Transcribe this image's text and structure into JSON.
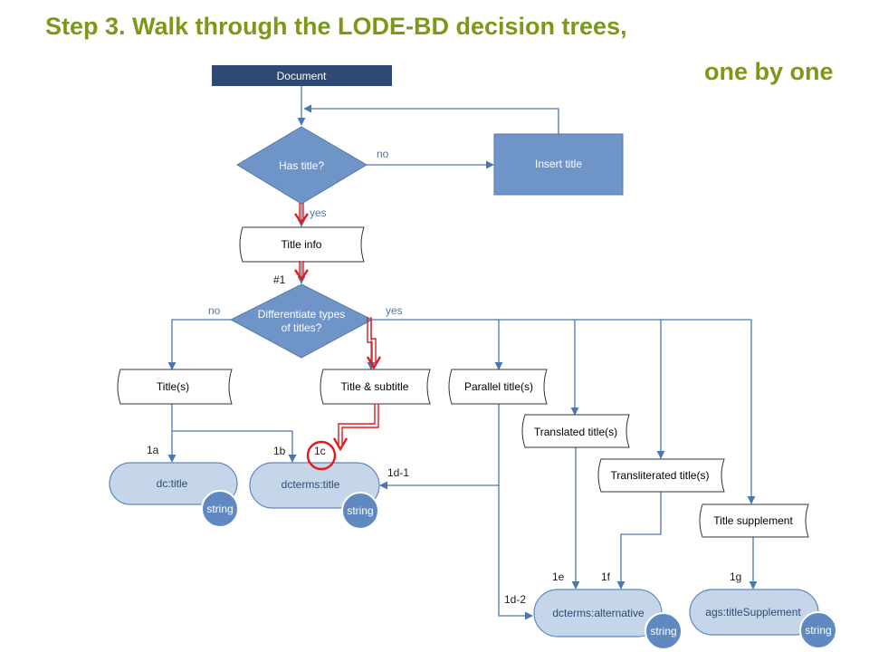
{
  "heading": {
    "line1": "Step 3. Walk through the LODE-BD decision trees,",
    "line2": "one by one"
  },
  "nodes": {
    "document": "Document",
    "has_title": "Has title?",
    "insert_title": "Insert title",
    "title_info": "Title info",
    "differentiate_line1": "Differentiate types",
    "differentiate_line2": "of titles?",
    "titles": "Title(s)",
    "title_subtitle": "Title & subtitle",
    "parallel_titles": "Parallel title(s)",
    "translated_titles": "Translated title(s)",
    "transliterated_titles": "Transliterated title(s)",
    "title_supplement": "Title supplement",
    "dc_title": "dc:title",
    "dcterms_title": "dcterms:title",
    "dcterms_alternative": "dcterms:alternative",
    "ags_title_supplement": "ags:titleSupplement"
  },
  "badges": {
    "string_1": "string",
    "string_2": "string",
    "string_3": "string",
    "string_4": "string"
  },
  "labels": {
    "no_1": "no",
    "yes_1": "yes",
    "step_1": "#1",
    "no_2": "no",
    "yes_2": "yes",
    "l1a": "1a",
    "l1b": "1b",
    "l1c": "1c",
    "l1d1": "1d-1",
    "l1d2": "1d-2",
    "l1e": "1e",
    "l1f": "1f",
    "l1g": "1g"
  },
  "colors": {
    "heading": "#7a9a17",
    "dark_box": "#2e4a73",
    "decision": "#6f95c8",
    "terminal_fill": "#c6d6ea",
    "badge": "#5f89c0",
    "connector": "#4a78ad",
    "highlight": "#e31b1b"
  }
}
